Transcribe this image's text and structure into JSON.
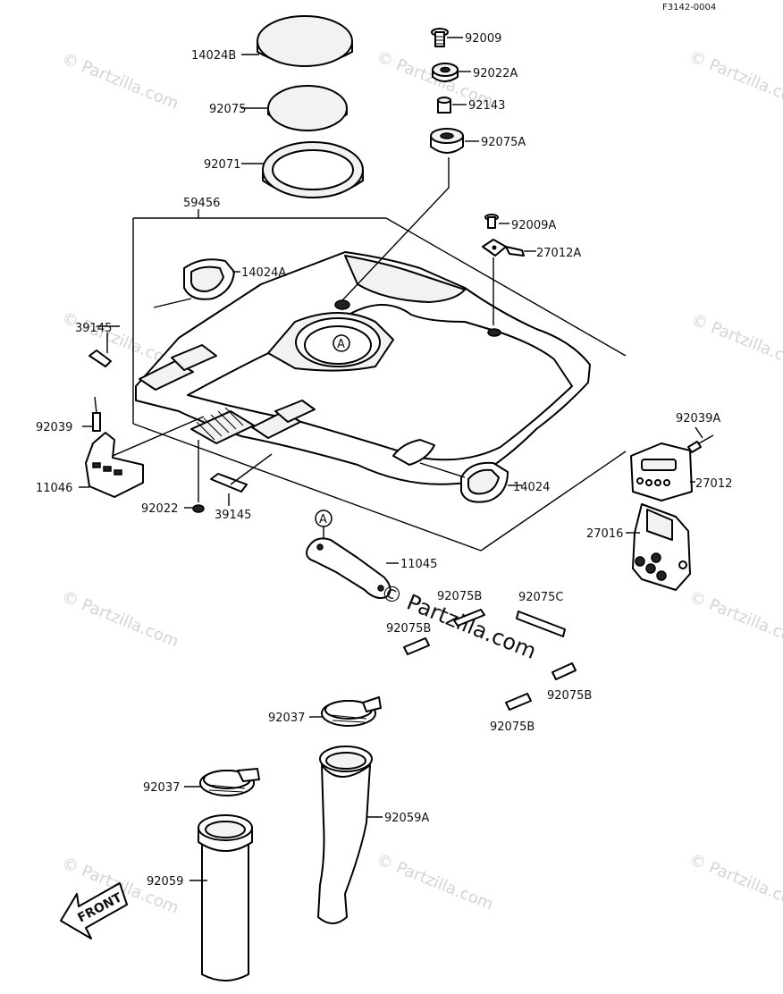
{
  "figure_code": "F3142-0004",
  "watermark_text": "© Partzilla.com",
  "watermark_main": "© Partzilla.com",
  "front_label": "FRONT",
  "ref_marker": "A",
  "parts": {
    "p14024B": "14024B",
    "p92075": "92075",
    "p92071": "92071",
    "p59456": "59456",
    "p14024A": "14024A",
    "p39145_top": "39145",
    "p92039": "92039",
    "p11046": "11046",
    "p92022": "92022",
    "p39145_bottom": "39145",
    "p92009": "92009",
    "p92022A": "92022A",
    "p92143": "92143",
    "p92075A": "92075A",
    "p92009A": "92009A",
    "p27012A": "27012A",
    "p14024": "14024",
    "p92039A": "92039A",
    "p27012": "27012",
    "p27016": "27016",
    "p11045": "11045",
    "p92075B_1": "92075B",
    "p92075C": "92075C",
    "p92075B_2": "92075B",
    "p92075B_3": "92075B",
    "p92075B_4": "92075B",
    "p92037_1": "92037",
    "p92037_2": "92037",
    "p92059A": "92059A",
    "p92059": "92059"
  }
}
